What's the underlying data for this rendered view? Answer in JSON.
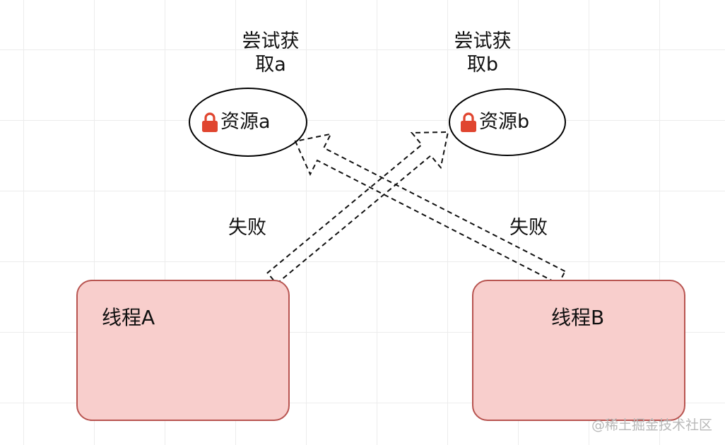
{
  "resources": [
    {
      "id": "a",
      "label": "资源a",
      "attempt_label": "尝试获\n取a"
    },
    {
      "id": "b",
      "label": "资源b",
      "attempt_label": "尝试获\n取b"
    }
  ],
  "threads": [
    {
      "id": "A",
      "label": "线程A"
    },
    {
      "id": "B",
      "label": "线程B"
    }
  ],
  "fail_labels": [
    "失败",
    "失败"
  ],
  "watermark": "@稀土掘金技术社区",
  "icons": {
    "resource": "lock-icon"
  },
  "colors": {
    "thread_fill": "#f8cecc",
    "thread_border": "#b85450",
    "lock": "#e0452f",
    "arrow_stroke": "#111111"
  }
}
